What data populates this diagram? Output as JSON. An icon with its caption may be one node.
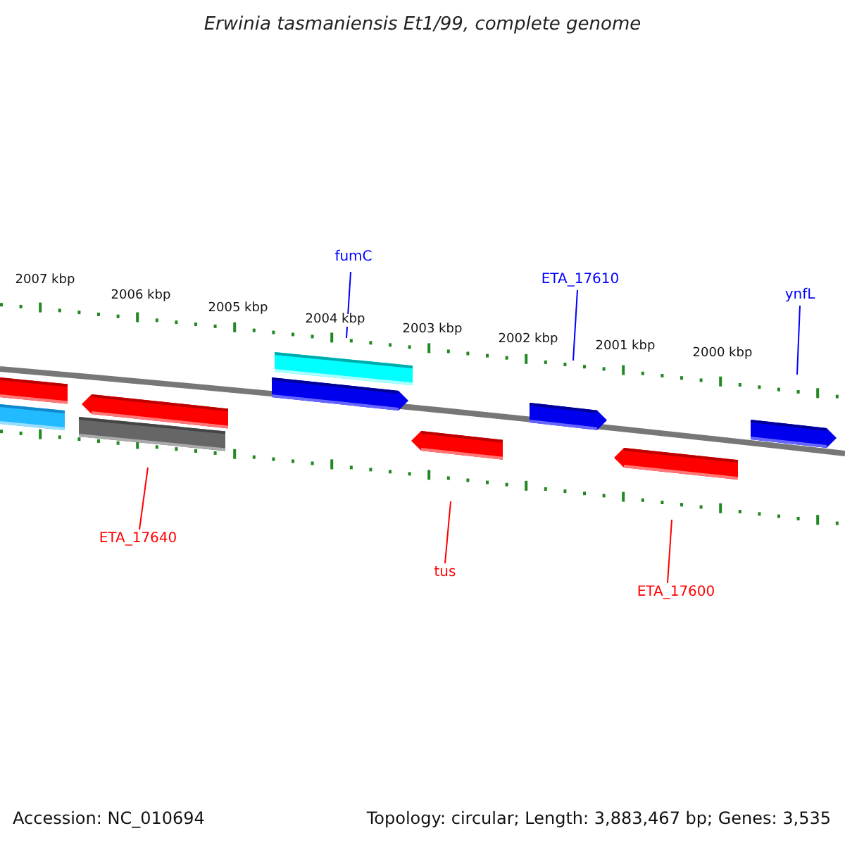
{
  "diagram": {
    "title": "Erwinia tasmaniensis Et1/99, complete genome",
    "nodes": [
      {
        "text": [
          "fumC"
        ]
      },
      {
        "text": [
          "ETA_17610"
        ]
      },
      {
        "text": [
          "ynfL"
        ]
      },
      {
        "text": [
          "ETA_17640"
        ]
      },
      {
        "text": [
          "tus"
        ]
      },
      {
        "text": [
          "ETA_17600"
        ]
      },
      {
        "text": [],
        "shape": "bar"
      },
      {
        "text": [],
        "shape": "bar"
      },
      {
        "text": [],
        "shape": "bar"
      },
      {
        "text": [],
        "shape": "bar"
      },
      {
        "text": [],
        "shape": "bar"
      },
      {
        "text": [],
        "shape": "bar"
      }
    ],
    "edges": [
      {
        "from": 0,
        "to": 7,
        "arrow": "none"
      },
      {
        "from": 1,
        "to": 9,
        "arrow": "none"
      },
      {
        "from": 2,
        "to": 11,
        "arrow": "none"
      },
      {
        "from": 3,
        "to": 6,
        "arrow": "none",
        "color": "#ff0000"
      },
      {
        "from": 4,
        "to": 8,
        "arrow": "none",
        "color": "#ff0000"
      },
      {
        "from": 5,
        "to": 10,
        "arrow": "none",
        "color": "#ff0000"
      }
    ],
    "labels": [
      "2007 kbp",
      "2006 kbp",
      "2005 kbp",
      "2004 kbp",
      "2003 kbp",
      "2002 kbp",
      "2001 kbp",
      "2000 kbp",
      "Accession: NC_010694",
      "Topology: circular; Length: 3,883,467 bp; Genes: 3,535"
    ]
  }
}
